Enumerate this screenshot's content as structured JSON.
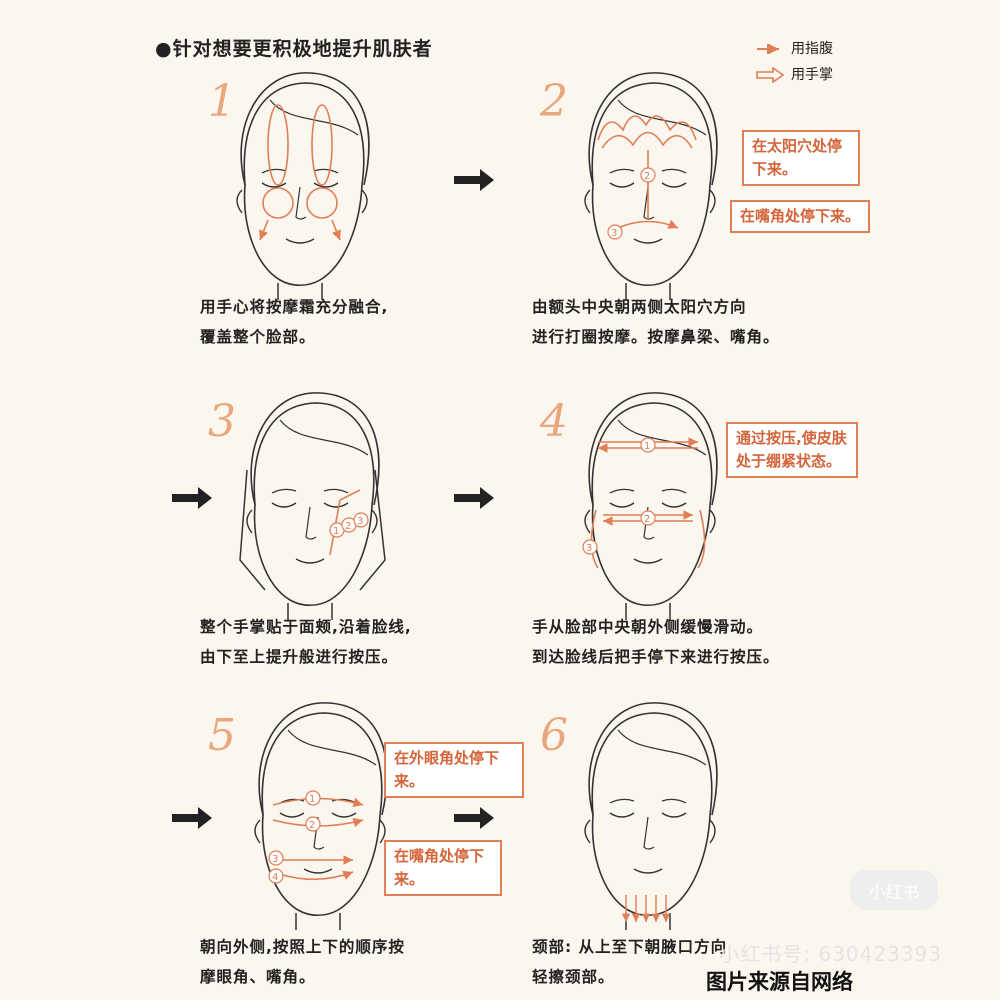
{
  "title": "●针对想要更积极地提升肌肤者",
  "legend": {
    "fingertip": "用指腹",
    "palm": "用手掌"
  },
  "steps": [
    {
      "number": "1",
      "caption_line1": "用手心将按摩霜充分融合,",
      "caption_line2": "覆盖整个脸部。"
    },
    {
      "number": "2",
      "caption_line1": "由额头中央朝两侧太阳穴方向",
      "caption_line2": "进行打圈按摩。按摩鼻梁、嘴角。",
      "callout1": "在太阳穴处停下来。",
      "callout2": "在嘴角处停下来。"
    },
    {
      "number": "3",
      "caption_line1": "整个手掌贴于面颊,沿着脸线,",
      "caption_line2": "由下至上提升般进行按压。"
    },
    {
      "number": "4",
      "caption_line1": "手从脸部中央朝外侧缓慢滑动。",
      "caption_line2": "到达脸线后把手停下来进行按压。",
      "callout1": "通过按压,使皮肤处于绷紧状态。"
    },
    {
      "number": "5",
      "caption_line1": "朝向外侧,按照上下的顺序按",
      "caption_line2": "摩眼角、嘴角。",
      "callout1": "在外眼角处停下来。",
      "callout2": "在嘴角处停下来。"
    },
    {
      "number": "6",
      "caption_line1": "颈部: 从上至下朝腋口方向",
      "caption_line2": "轻擦颈部。"
    }
  ],
  "watermark": "小红书号: 630423393",
  "badge": "小红书",
  "source": "图片来源自网络",
  "colors": {
    "accent": "#e07e55",
    "background": "#fbf7ef"
  }
}
